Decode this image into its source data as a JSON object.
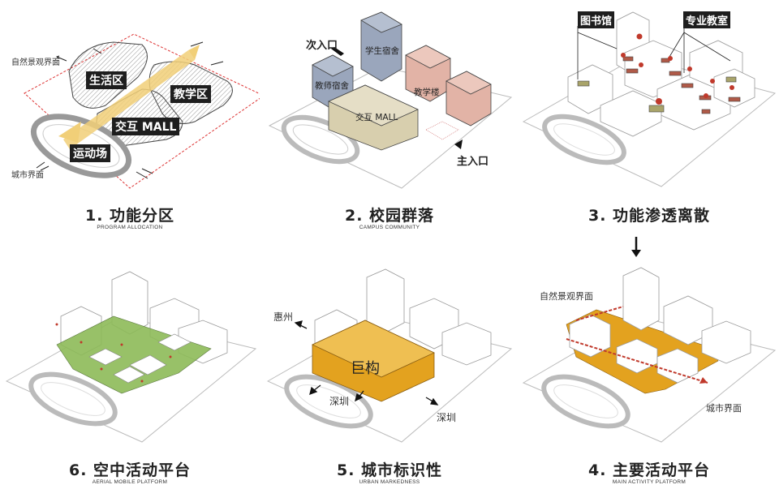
{
  "panels": [
    {
      "id": "p1",
      "title": "1. 功能分区",
      "subtitle": "PROGRAM ALLOCATION",
      "labels": {
        "nature": "自然景观界面",
        "life": "生活区",
        "teach": "教学区",
        "mall": "交互 MALL",
        "sport": "运动场",
        "city": "城市界面"
      }
    },
    {
      "id": "p2",
      "title": "2. 校园群落",
      "subtitle": "CAMPUS COMMUNITY",
      "labels": {
        "second": "次入口",
        "dorm": "学生宿舍",
        "teacher": "教师宿舍",
        "teachbld": "教学楼",
        "mall": "交互 MALL",
        "main": "主入口"
      }
    },
    {
      "id": "p3",
      "title": "3. 功能渗透离散",
      "subtitle": "",
      "labels": {
        "library": "图书馆",
        "classroom": "专业教室"
      }
    },
    {
      "id": "p4",
      "title": "4. 主要活动平台",
      "subtitle": "MAIN ACTIVITY PLATFORM",
      "labels": {
        "nature": "自然景观界面",
        "city": "城市界面"
      }
    },
    {
      "id": "p5",
      "title": "5. 城市标识性",
      "subtitle": "URBAN MARKEDNESS",
      "labels": {
        "huizhou": "惠州",
        "jugou": "巨构",
        "shenzhen1": "深圳",
        "shenzhen2": "深圳"
      }
    },
    {
      "id": "p6",
      "title": "6. 空中活动平台",
      "subtitle": "AERIAL MOBILE PLATFORM",
      "labels": {}
    }
  ],
  "colors": {
    "orange": "#e3a21f",
    "green": "#8dbb58",
    "blue": "#9aa6bc",
    "pink": "#e2b3a6",
    "khaki": "#d8cfae",
    "red": "#c0392b",
    "pinkout": "#b05a48"
  },
  "icons": {
    "flow": "arrow-down-icon"
  }
}
